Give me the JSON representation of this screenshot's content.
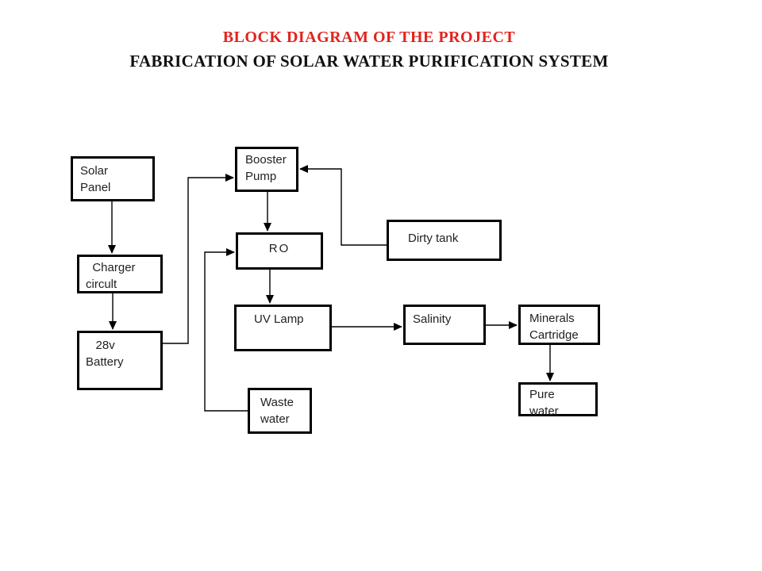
{
  "header": {
    "title_line1": "BLOCK DIAGRAM OF THE PROJECT",
    "title_line2": "FABRICATION OF SOLAR WATER PURIFICATION SYSTEM",
    "title_line1_color": "#e2231d",
    "title_line2_color": "#111111"
  },
  "diagram": {
    "boxes": {
      "solar_panel": {
        "label": "Solar\nPanel"
      },
      "charger_circuit": {
        "label": "  Charger\ncircult"
      },
      "battery": {
        "label": "   28v\nBattery"
      },
      "booster_pump": {
        "label": "Booster\nPump"
      },
      "ro": {
        "label": "RO"
      },
      "dirty_tank": {
        "label": "Dirty tank"
      },
      "uv_lamp": {
        "label": "UV Lamp"
      },
      "salinity": {
        "label": "Salinity"
      },
      "minerals_cartridge": {
        "label": "Minerals\nCartridge"
      },
      "pure_water": {
        "label": "Pure\nwater"
      },
      "waste_water": {
        "label": "Waste\nwater"
      }
    },
    "edges": [
      {
        "from": "solar-panel",
        "to": "charger-circuit"
      },
      {
        "from": "charger-circuit",
        "to": "battery"
      },
      {
        "from": "battery",
        "to": "booster-pump"
      },
      {
        "from": "dirty-tank",
        "to": "booster-pump"
      },
      {
        "from": "booster-pump",
        "to": "ro"
      },
      {
        "from": "ro",
        "to": "uv-lamp"
      },
      {
        "from": "waste-water",
        "to": "ro"
      },
      {
        "from": "uv-lamp",
        "to": "salinity"
      },
      {
        "from": "salinity",
        "to": "minerals-cartridge"
      },
      {
        "from": "minerals-cartridge",
        "to": "pure-water"
      }
    ],
    "line_color": "#000000",
    "box_border_color": "#000000"
  }
}
